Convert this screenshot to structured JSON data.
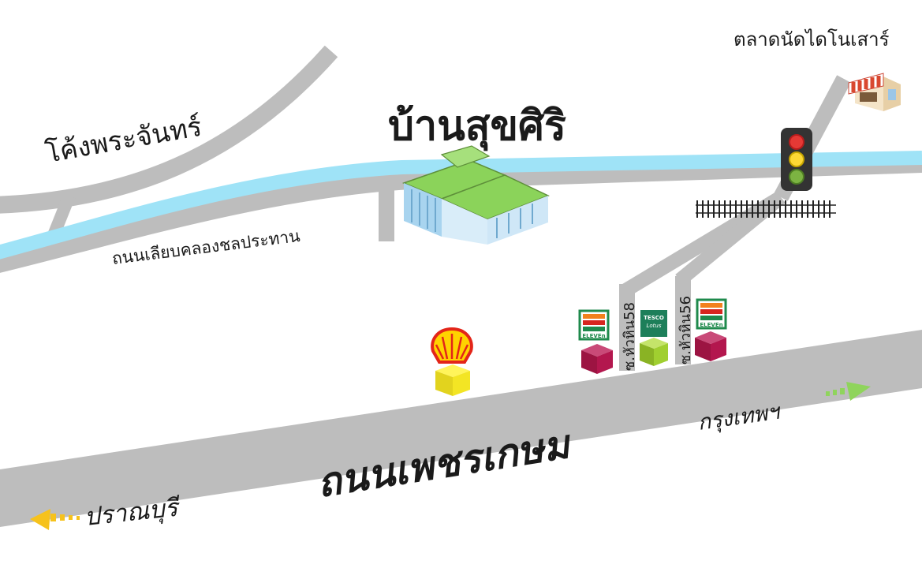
{
  "map": {
    "title": "บ้านสุขศิริ",
    "labels": {
      "curve_road": "โค้งพระจันทร์",
      "canal_road": "ถนนเลียบคลองชลประทาน",
      "market": "ตลาดนัดไดโนเสาร์",
      "main_road": "ถนนเพชรเกษม",
      "toward_bangkok": "กรุงเทพฯ",
      "toward_pranburi": "ปราณบุรี",
      "soi_58": "ซ.หัวหิน58",
      "soi_56": "ซ.หัวหิน56"
    },
    "store_labels": {
      "seven_eleven_brand": "ELEVEn",
      "tesco_line1": "TESCO",
      "tesco_line2": "Lotus"
    },
    "icons": [
      "house-icon",
      "shell-logo-icon",
      "seven-eleven-logo-icon",
      "tesco-lotus-logo-icon",
      "market-shop-icon",
      "traffic-light-icon",
      "railway-track-icon",
      "arrow-right-icon",
      "arrow-left-icon"
    ],
    "colors": {
      "road": "#bdbdbd",
      "canal": "#9fe3f7",
      "title": "#7cc7ef",
      "roof": "#8bd35a",
      "arrow_green": "#8fd45c",
      "arrow_yellow": "#f6c21c",
      "shell_red": "#e32519",
      "shell_yellow": "#ffd200",
      "box_yellow": "#f3e524",
      "box_magenta": "#b3174e",
      "box_green": "#a0cf30",
      "seven_green": "#1f8a4c",
      "seven_orange": "#f2811d",
      "seven_red": "#d7261f"
    }
  }
}
